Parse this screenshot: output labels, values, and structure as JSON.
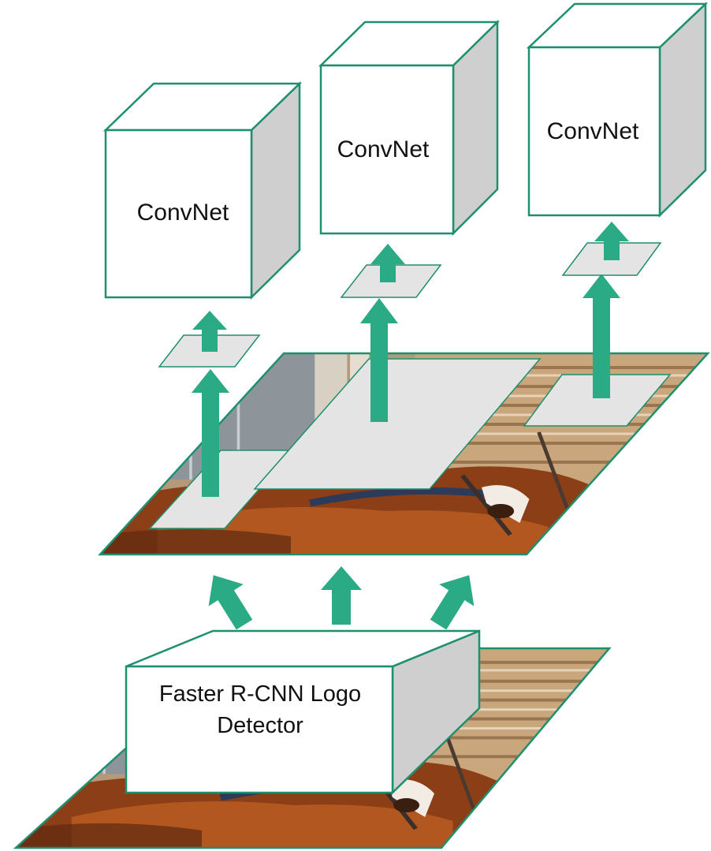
{
  "diagram": {
    "detector_label_line1": "Faster R-CNN Logo",
    "detector_label_line2": "Detector",
    "convnets": [
      {
        "label": "ConvNet"
      },
      {
        "label": "ConvNet"
      },
      {
        "label": "ConvNet"
      }
    ]
  },
  "colors": {
    "arrow": "#2aaa85",
    "box_edge": "#1e8f6f",
    "box_side": "#cfcfcf",
    "crop_fill": "#e4e4e4",
    "horse_brown": "#9a4a1f",
    "wood": "#c9a57a"
  },
  "icons": [
    "horse-photo",
    "up-arrow-icon"
  ]
}
